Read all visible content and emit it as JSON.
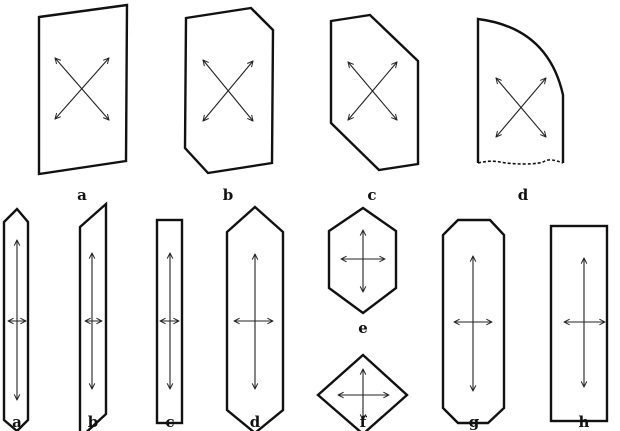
{
  "top_row": {
    "labels": [
      "a",
      "b",
      "c",
      "d"
    ]
  },
  "bottom_row": {
    "labels": [
      "a",
      "b",
      "c",
      "d",
      "e",
      "f",
      "g",
      "h"
    ]
  }
}
